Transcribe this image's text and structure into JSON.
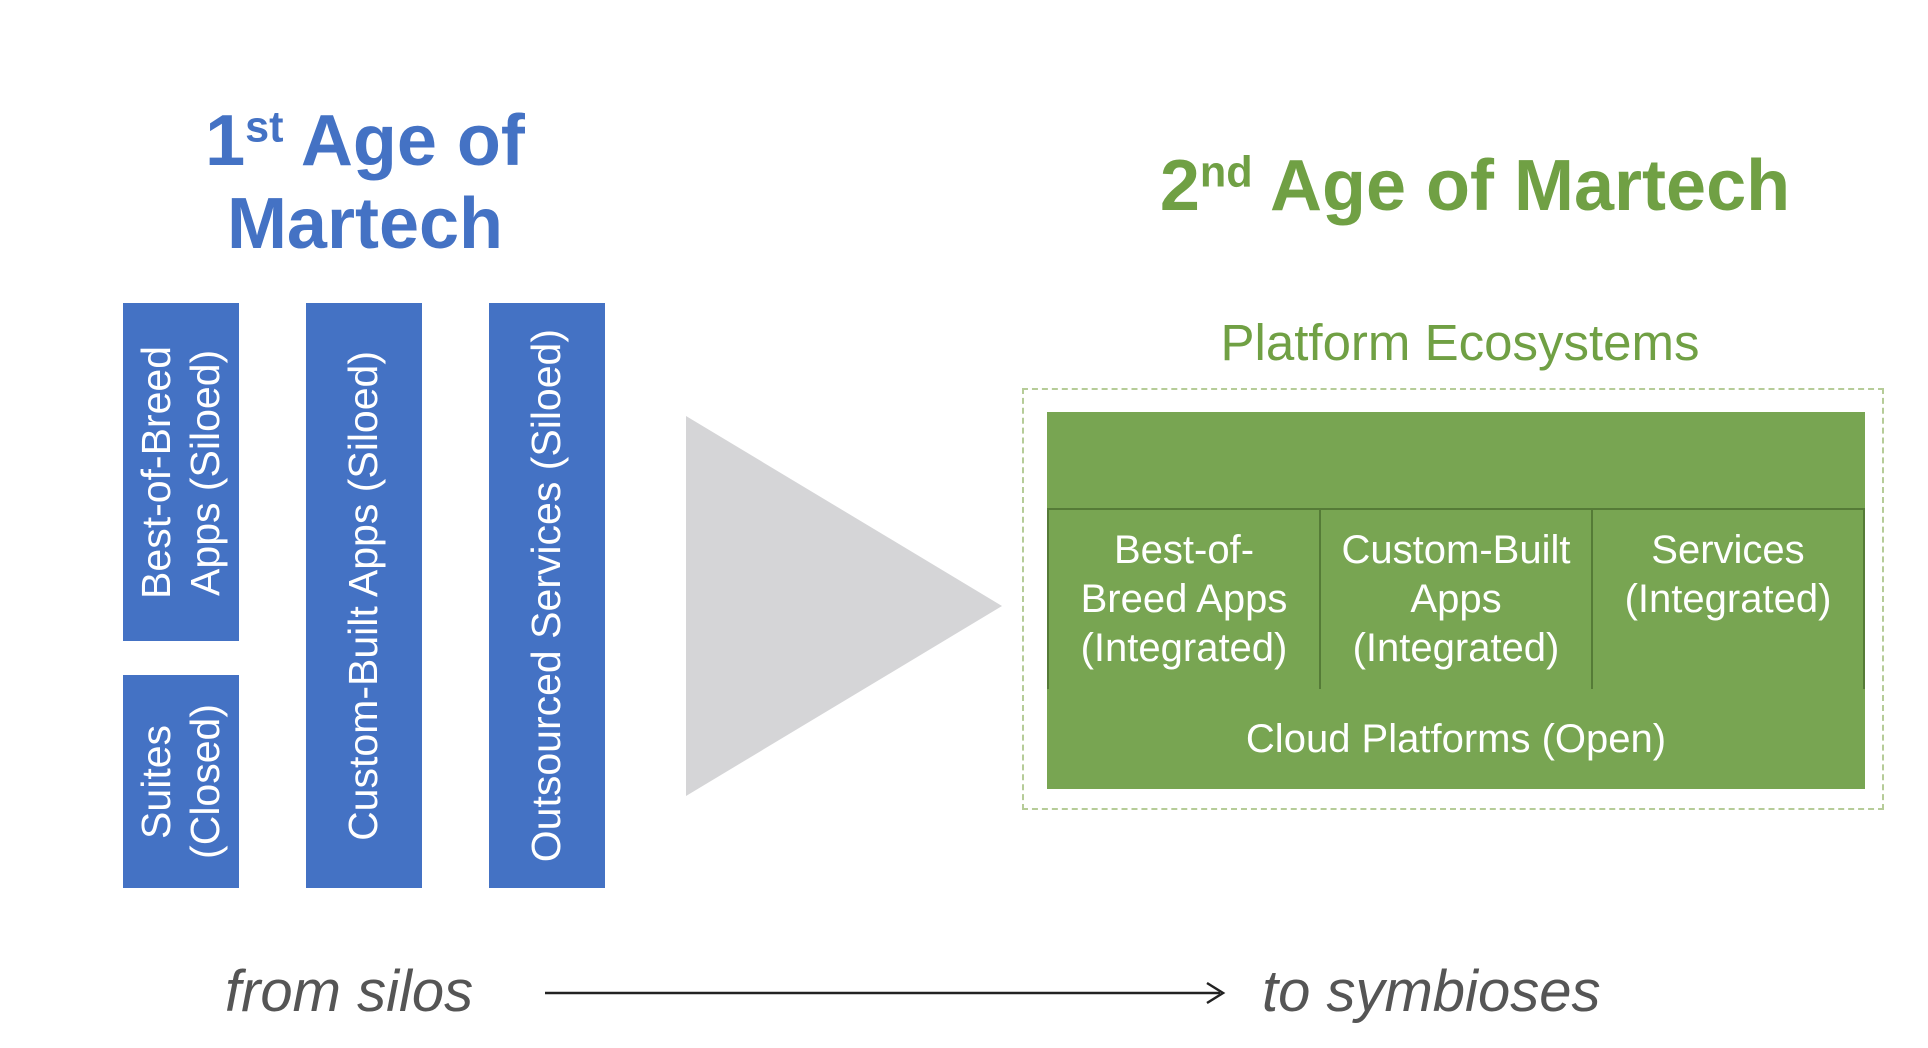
{
  "left": {
    "title_sup": "st",
    "title_num": "1",
    "title_line1": "Age of",
    "title_line2": "Martech",
    "boxes": [
      {
        "label": "Best-of-Breed\nApps (Siloed)"
      },
      {
        "label": "Suites\n(Closed)"
      },
      {
        "label": "Custom-Built Apps (Siloed)"
      },
      {
        "label": "Outsourced Services (Siloed)"
      }
    ],
    "color": "#4472c4"
  },
  "right": {
    "title_num": "2",
    "title_sup": "nd",
    "title_rest": "Age of Martech",
    "subtitle": "Platform Ecosystems",
    "cells": [
      {
        "label": "Best-of-\nBreed Apps\n(Integrated)"
      },
      {
        "label": "Custom-Built\nApps\n(Integrated)"
      },
      {
        "label": "Services\n(Integrated)"
      }
    ],
    "base": "Cloud Platforms (Open)",
    "color": "#70a044"
  },
  "captions": {
    "from": "from silos",
    "to": "to symbioses"
  }
}
